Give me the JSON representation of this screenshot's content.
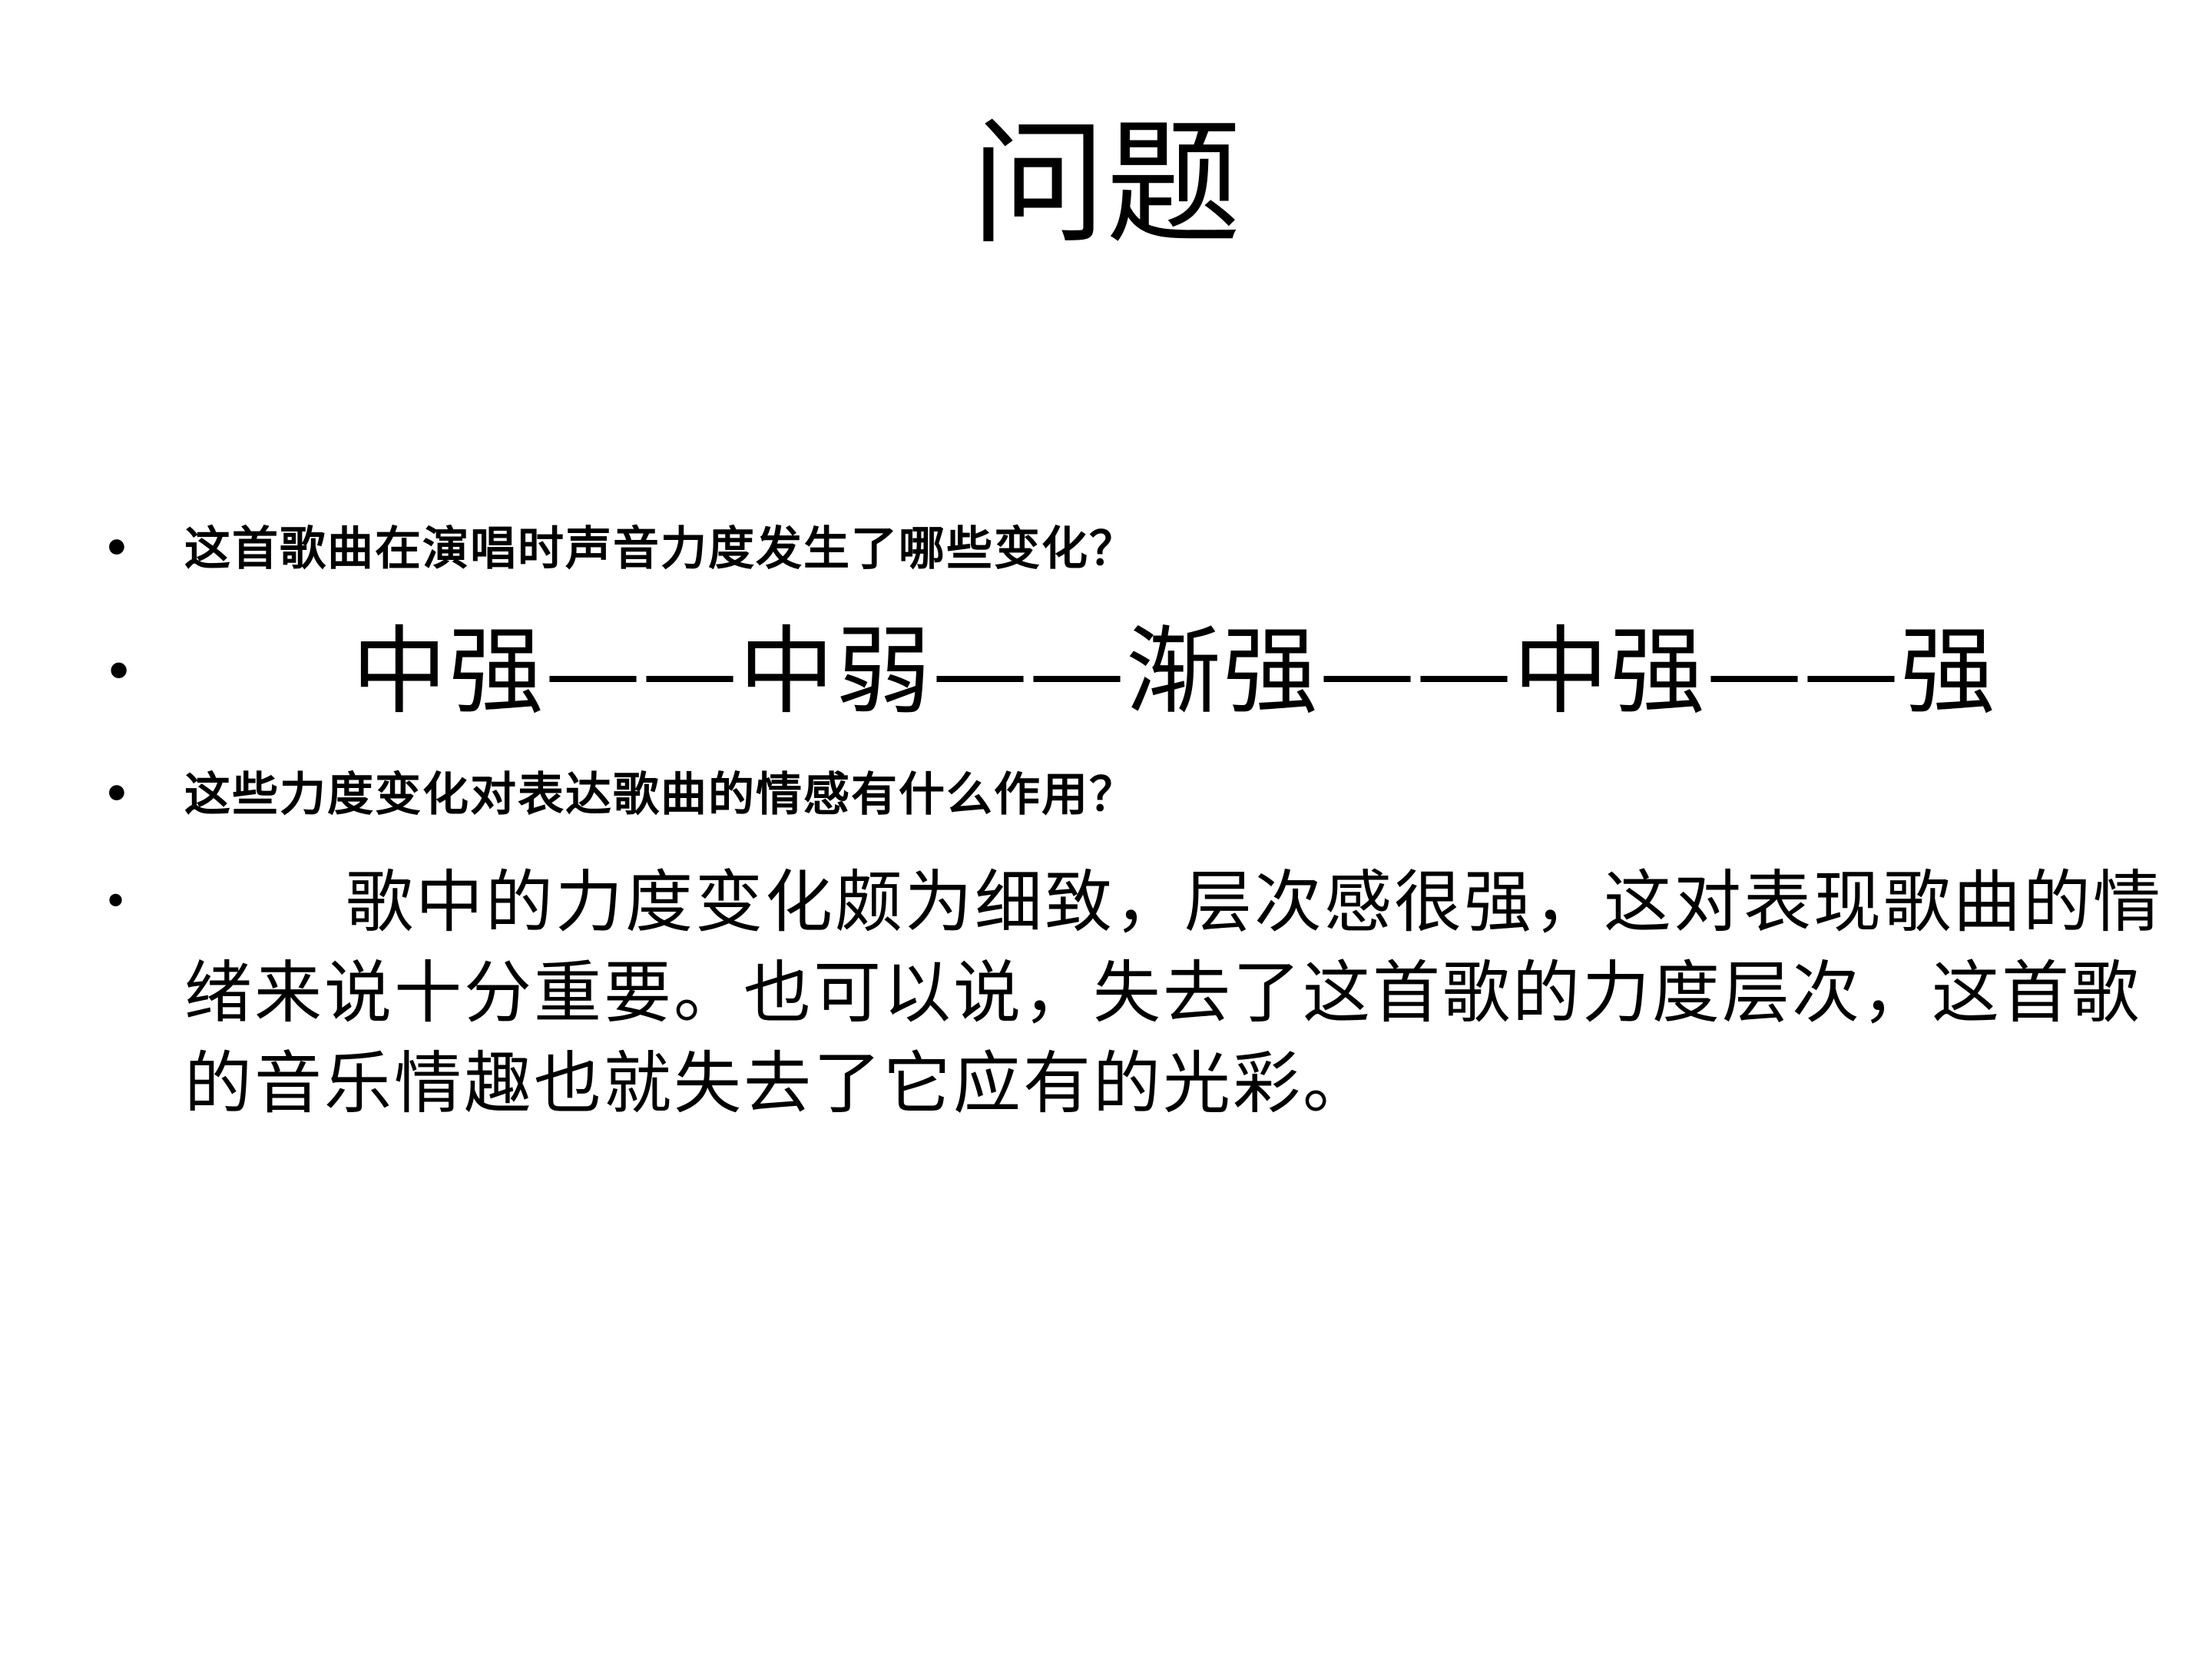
{
  "slide": {
    "title": "问题",
    "bullets": [
      {
        "marker": "•",
        "text": "这首歌曲在演唱时声音力度发生了哪些变化？"
      },
      {
        "marker": "•",
        "text": "中强——中弱——渐强——中强——强"
      },
      {
        "marker": "•",
        "text": "这些力度变化对表达歌曲的情感有什么作用？"
      },
      {
        "marker": "•",
        "text": "歌中的力度变化颇为细致，层次感很强，这对表现歌曲的情绪来说十分重要。也可以说，失去了这首歌的力度层次，这首歌的音乐情趣也就失去了它应有的光彩。"
      }
    ]
  }
}
